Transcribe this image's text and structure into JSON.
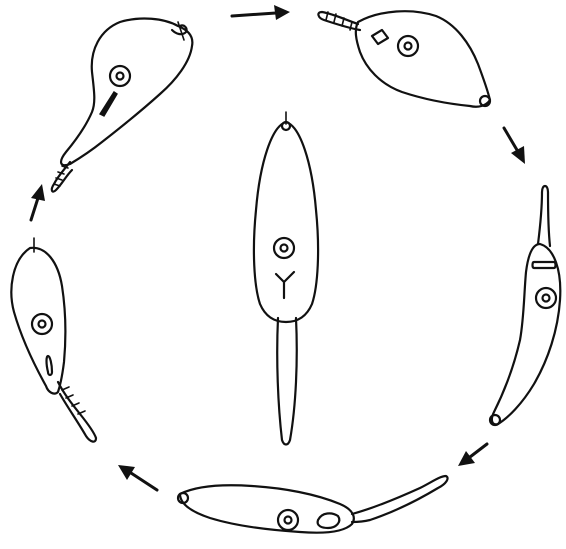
{
  "figure": {
    "description_labels": [],
    "stroke_color": "#111111",
    "background_color": "#ffffff"
  },
  "stages": [
    {
      "name": "stage-top-left"
    },
    {
      "name": "stage-top-right"
    },
    {
      "name": "stage-right"
    },
    {
      "name": "stage-bottom"
    },
    {
      "name": "stage-left"
    },
    {
      "name": "stage-center"
    }
  ],
  "arrows": [
    {
      "name": "arrow-top"
    },
    {
      "name": "arrow-upper-right"
    },
    {
      "name": "arrow-lower-right"
    },
    {
      "name": "arrow-lower-left"
    },
    {
      "name": "arrow-left"
    }
  ]
}
